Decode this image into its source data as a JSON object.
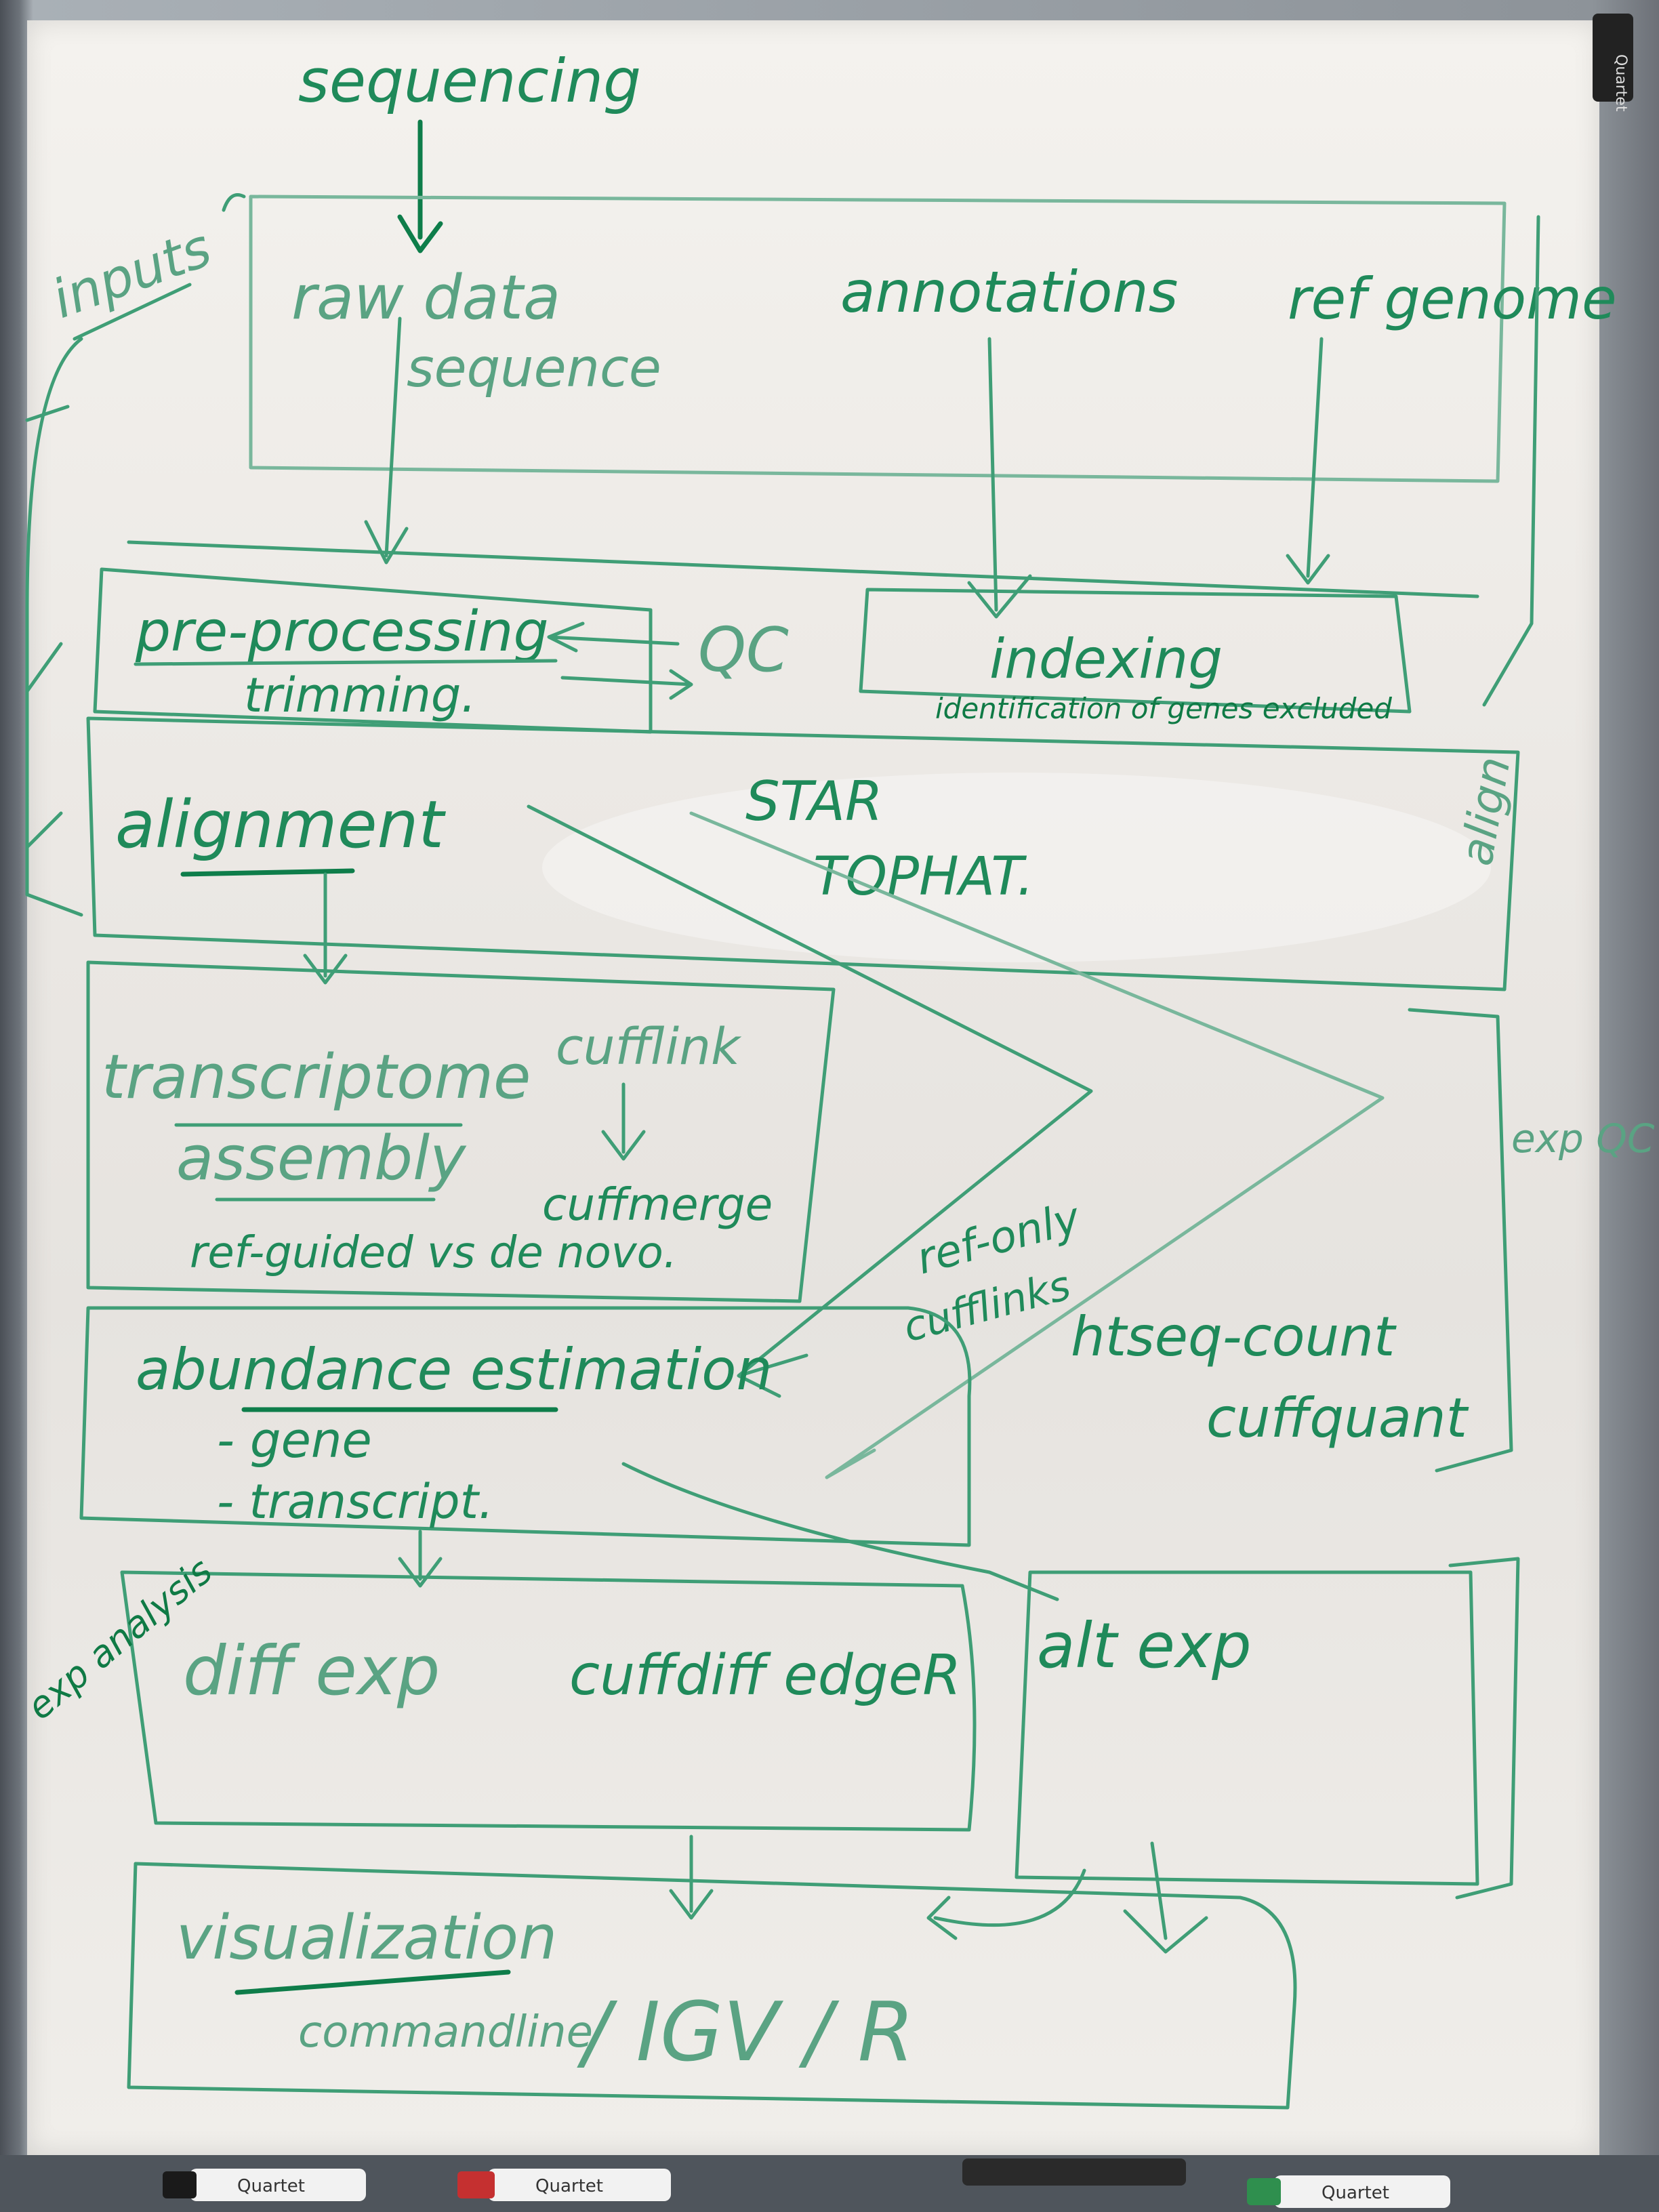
{
  "brand": "Quartet",
  "labels": {
    "sequencing": "sequencing",
    "inputs": "inputs",
    "raw_data": "raw data",
    "sequence": "sequence",
    "annotations": "annotations",
    "ref_genome": "ref genome",
    "pre_processing": "pre-processing",
    "trimming": "trimming.",
    "qc": "QC",
    "indexing": "indexing",
    "indexing_sub": "identification of genes excluded",
    "alignment": "alignment",
    "star": "STAR",
    "tophat": "TOPHAT.",
    "align_side": "align",
    "transcriptome": "transcriptome",
    "assembly": "assembly",
    "ref_guided": "ref-guided vs de novo.",
    "cufflink": "cufflink",
    "cuffmerge": "cuffmerge",
    "ref_only": "ref-only",
    "cufflinks": "cufflinks",
    "exp_qc": "exp QC",
    "abundance": "abundance estimation",
    "gene": "- gene",
    "transcript": "- transcript.",
    "htseq_count": "htseq-count",
    "cuffquant": "cuffquant",
    "exp_analysis": "exp analysis",
    "diff_exp": "diff exp",
    "cuffdiff": "cuffdiff edgeR",
    "alt_exp": "alt exp",
    "visualization": "visualization",
    "commandline": "commandline",
    "igv": "/ IGV / R"
  },
  "markers": [
    "Quartet",
    "Quartet",
    "Quartet"
  ],
  "colors": {
    "ink": "#1f8a5a",
    "board": "#efece8",
    "frame": "#8d9399"
  }
}
